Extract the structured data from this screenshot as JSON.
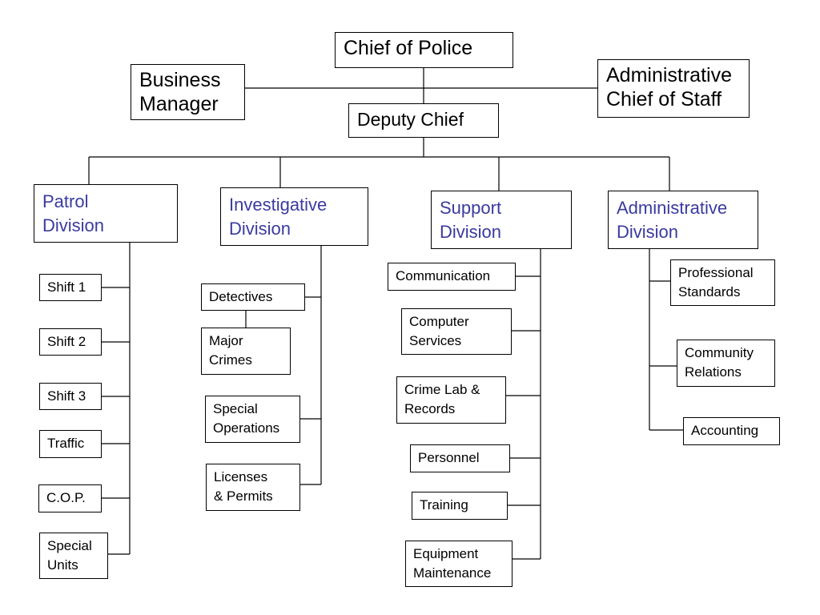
{
  "colors": {
    "line": "#000000",
    "border": "#000000",
    "division_text": "#3a3aa0"
  },
  "chart": {
    "chief": "Chief of Police",
    "business_manager": "Business\nManager",
    "admin_chief_of_staff": "Administrative\nChief of Staff",
    "deputy_chief": "Deputy Chief",
    "patrol": {
      "title": "Patrol\nDivision",
      "units": [
        "Shift 1",
        "Shift 2",
        "Shift 3",
        "Traffic",
        "C.O.P.",
        "Special\nUnits"
      ]
    },
    "investigative": {
      "title": "Investigative\nDivision",
      "detectives": "Detectives",
      "major_crimes": "Major\nCrimes",
      "special_operations": "Special\nOperations",
      "licenses_permits": "Licenses\n& Permits"
    },
    "support": {
      "title": "Support\nDivision",
      "units": [
        "Communication",
        "Computer\nServices",
        "Crime Lab &\nRecords",
        "Personnel",
        "Training",
        "Equipment\nMaintenance"
      ]
    },
    "administrative": {
      "title": "Administrative\nDivision",
      "units": [
        "Professional\nStandards",
        "Community\nRelations",
        "Accounting"
      ]
    }
  }
}
